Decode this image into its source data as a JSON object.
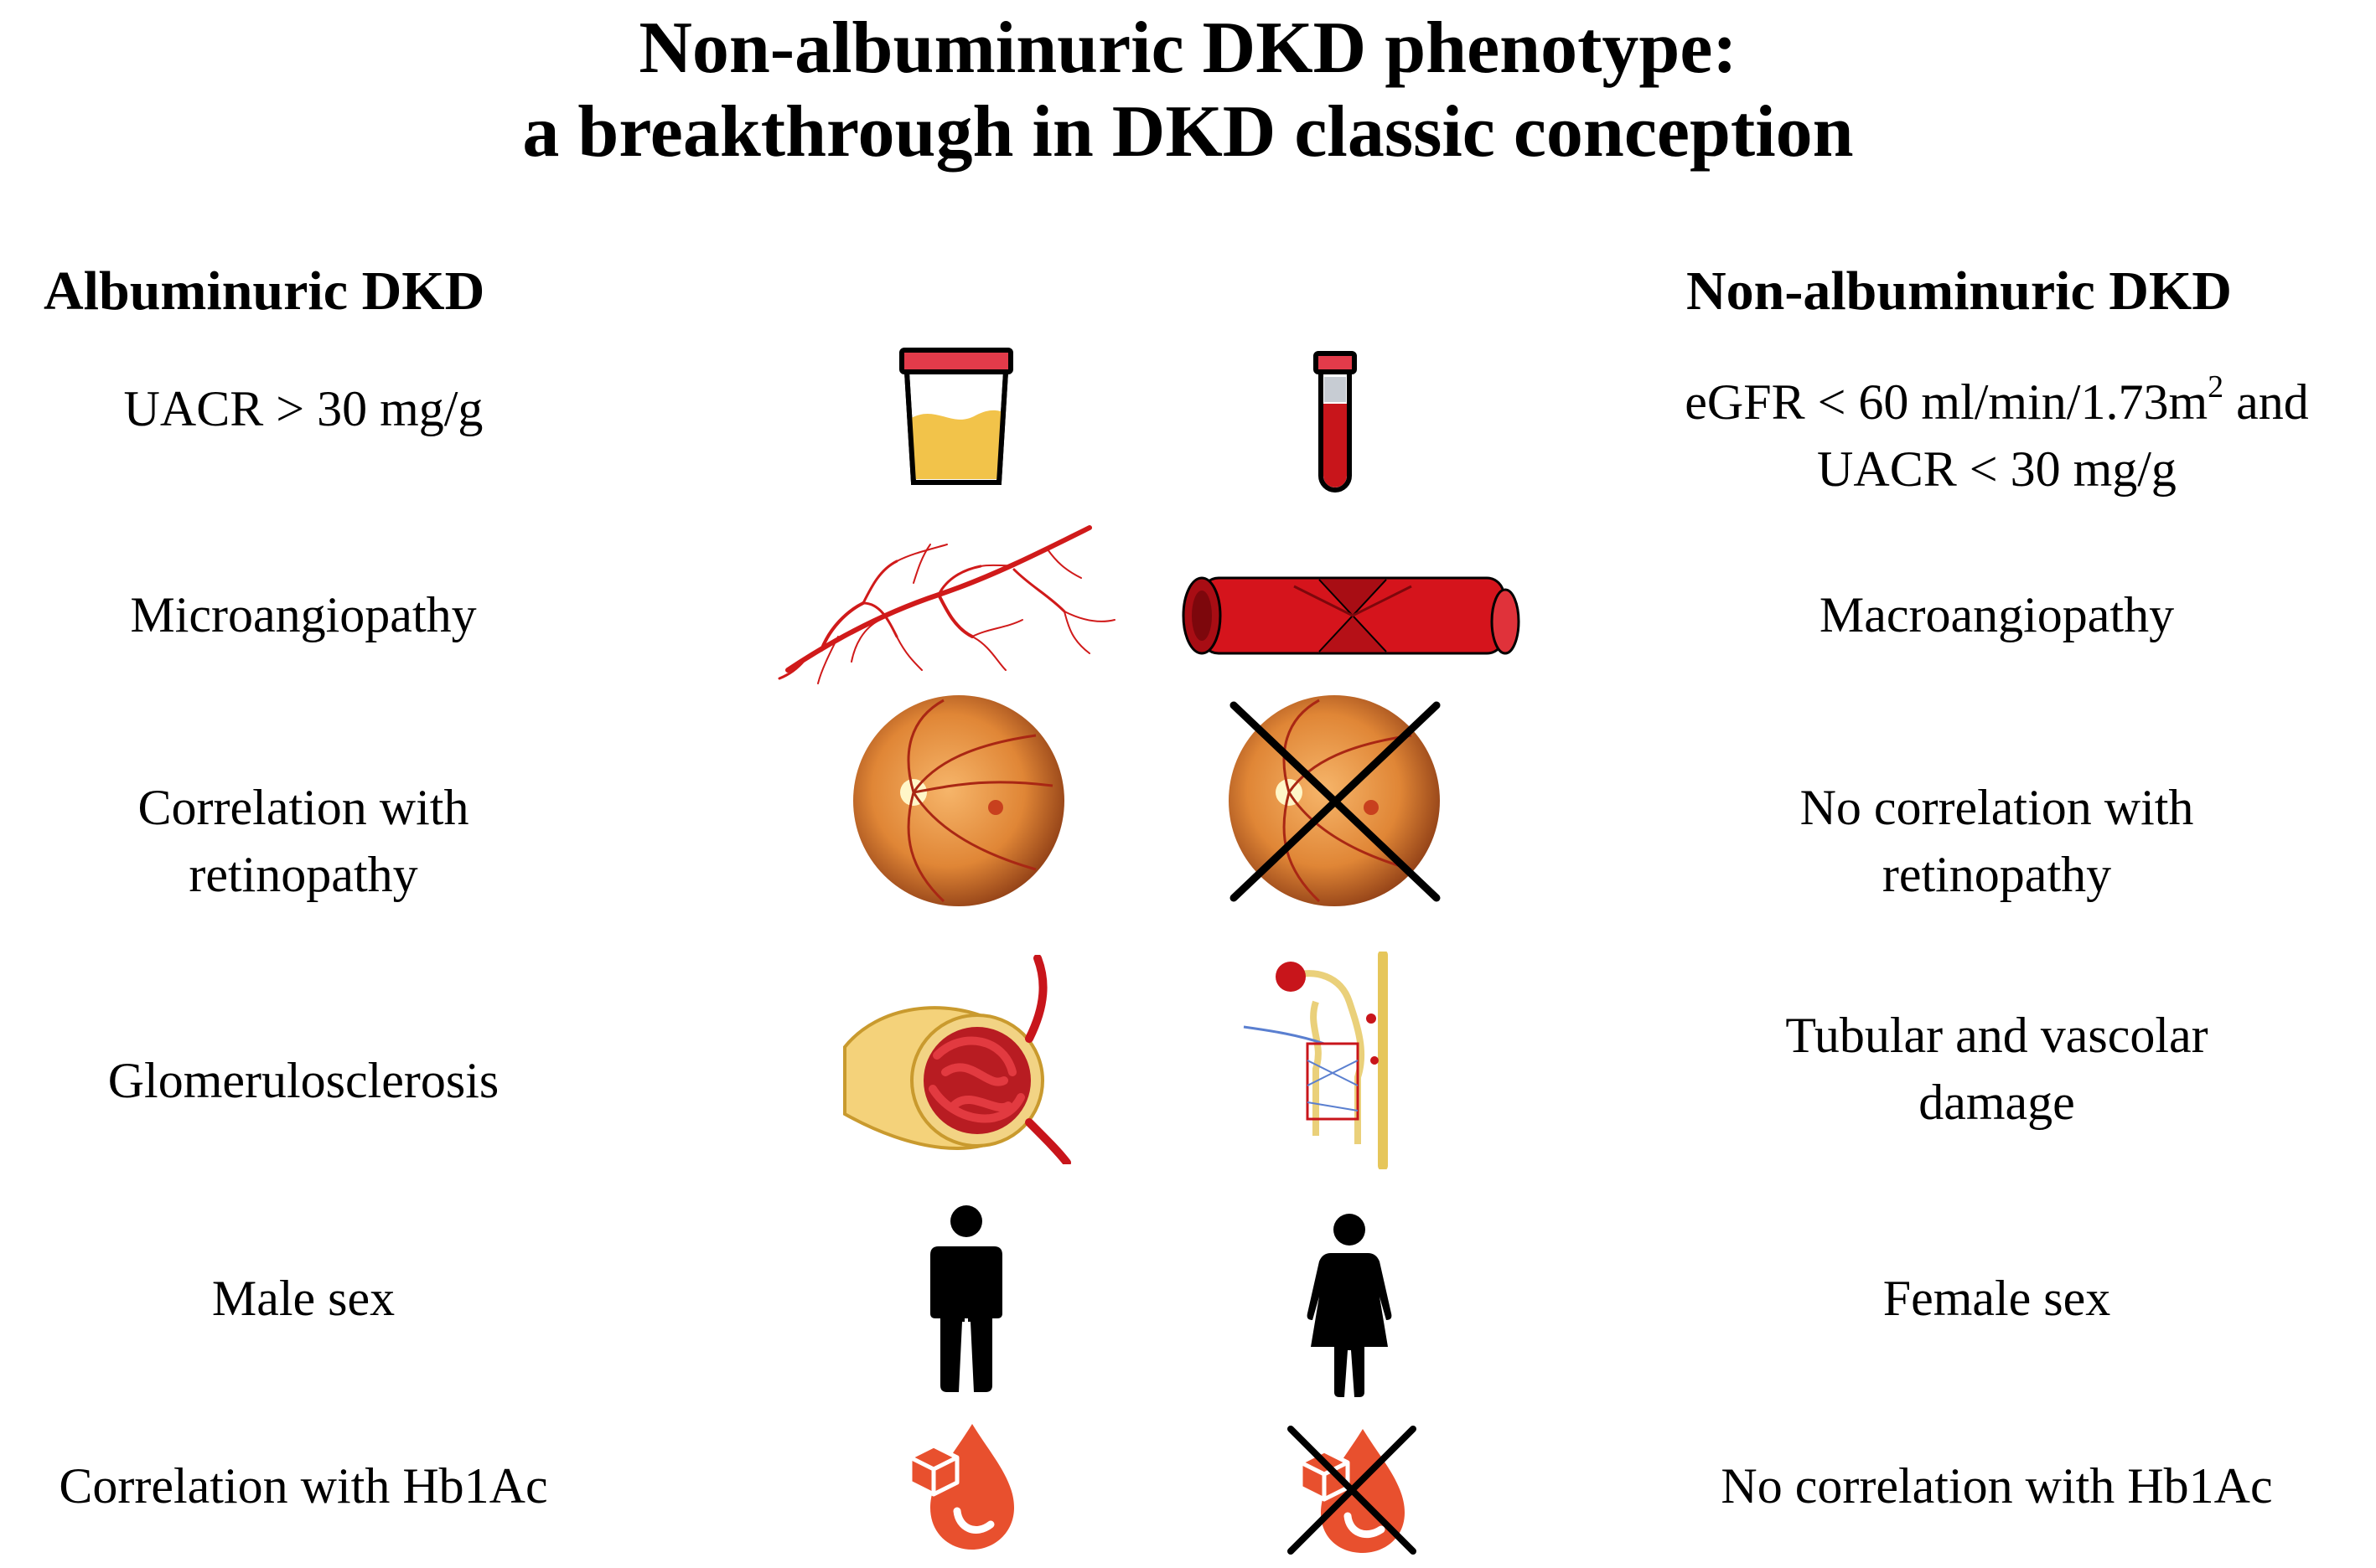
{
  "title": {
    "line1": "Non-albuminuric DKD phenotype:",
    "line2": "a breakthrough in DKD classic conception"
  },
  "columns": {
    "left": "Albuminuric DKD",
    "right": "Non-albuminuric DKD"
  },
  "rows": [
    {
      "left": [
        "UACR > 30 mg/g"
      ],
      "right_a": "eGFR < 60 ml/min/1.73m",
      "right_sup": "2",
      "right_b": " and",
      "right_line2": "UACR < 30 mg/g",
      "left_icon": "urine-cup-icon",
      "right_icon": "blood-tube-icon"
    },
    {
      "left": [
        "Microangiopathy"
      ],
      "right": [
        "Macroangiopathy"
      ],
      "left_icon": "capillaries-icon",
      "right_icon": "artery-icon"
    },
    {
      "left": [
        "Correlation with",
        "retinopathy"
      ],
      "right": [
        "No correlation with",
        "retinopathy"
      ],
      "left_icon": "retina-icon",
      "right_icon": "retina-crossed-icon"
    },
    {
      "left": [
        "Glomerulosclerosis"
      ],
      "right": [
        "Tubular and vascolar",
        "damage"
      ],
      "left_icon": "glomerulus-icon",
      "right_icon": "nephron-icon"
    },
    {
      "left": [
        "Male sex"
      ],
      "right": [
        "Female sex"
      ],
      "left_icon": "male-icon",
      "right_icon": "female-icon"
    },
    {
      "left": [
        "Correlation with Hb1Ac"
      ],
      "right": [
        "No correlation with Hb1Ac"
      ],
      "left_icon": "glucose-drop-icon",
      "right_icon": "glucose-drop-crossed-icon"
    }
  ],
  "colors": {
    "blood": "#c8151b",
    "urine": "#f2c34a",
    "retina": "#e2893c",
    "drop": "#e8502e"
  }
}
